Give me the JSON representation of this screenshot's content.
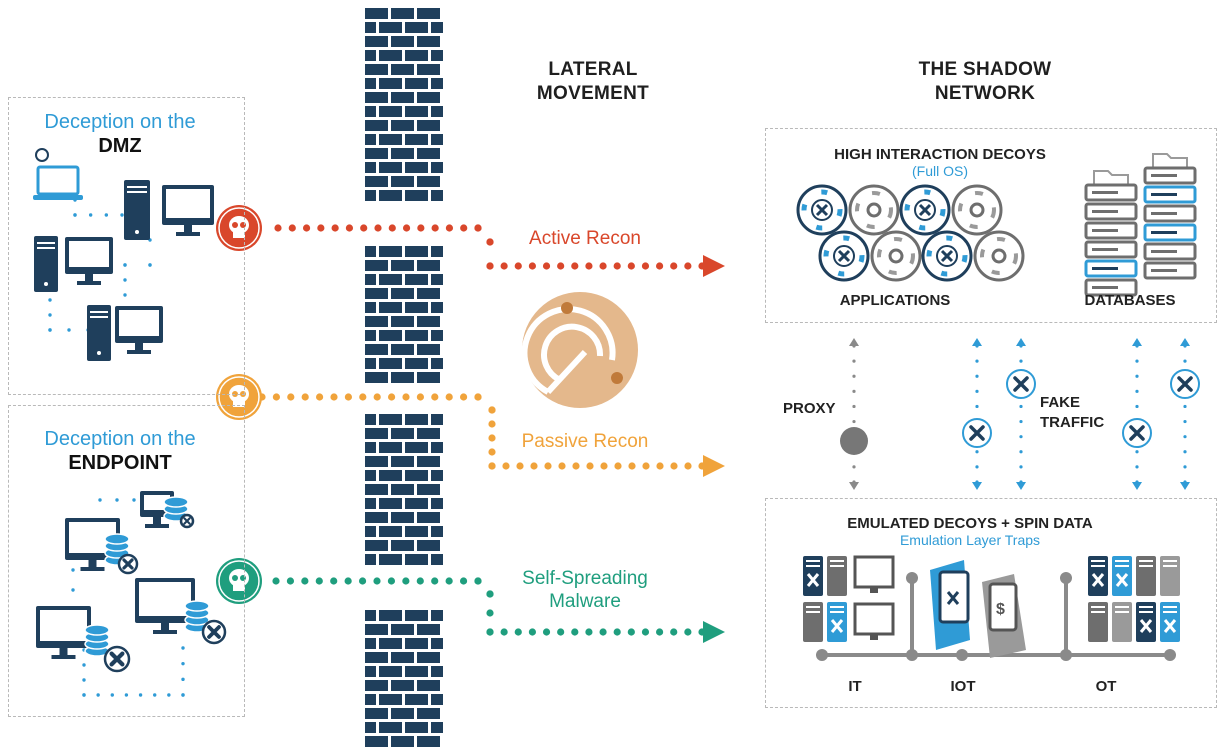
{
  "lateral_heading": [
    "LATERAL",
    "MOVEMENT"
  ],
  "shadow_heading": [
    "THE SHADOW",
    "NETWORK"
  ],
  "left_panels": {
    "dmz": {
      "prefix": "Deception on the",
      "name": "DMZ"
    },
    "endpoint": {
      "prefix": "Deception on the",
      "name": "ENDPOINT"
    }
  },
  "routes": [
    {
      "label": "Active Recon",
      "color": "#d9472b"
    },
    {
      "label": "Passive Recon",
      "color": "#f0a33b"
    },
    {
      "label": "Self-Spreading Malware",
      "label_lines": [
        "Self-Spreading",
        "Malware"
      ],
      "color": "#1f9e7e"
    }
  ],
  "high_interaction": {
    "title": "HIGH INTERACTION DECOYS",
    "subtitle": "(Full OS)",
    "applications_label": "APPLICATIONS",
    "databases_label": "DATABASES"
  },
  "middle": {
    "proxy_label": "PROXY",
    "fake_traffic_label": [
      "FAKE",
      "TRAFFIC"
    ]
  },
  "emulated": {
    "title": "EMULATED DECOYS + SPIN DATA",
    "subtitle": "Emulation Layer Traps",
    "bus_labels": [
      "IT",
      "IOT",
      "OT"
    ]
  },
  "colors": {
    "navy": "#1f3f5c",
    "accent_blue": "#2f9bd6",
    "red": "#d9472b",
    "orange": "#f0a33b",
    "teal": "#1f9e7e",
    "radar": "#e4b88c",
    "gray": "#6e6e6e"
  }
}
